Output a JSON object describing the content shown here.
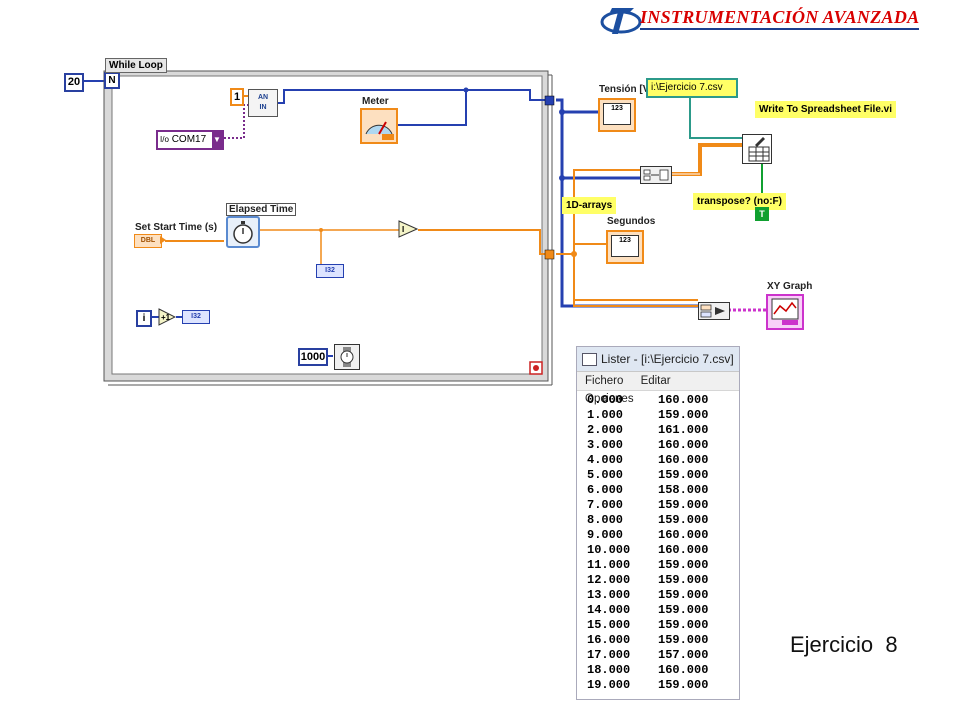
{
  "header": {
    "title": "INSTRUMENTACIÓN AVANZADA"
  },
  "diagram": {
    "loop_count": "20",
    "loop_terminal": "N",
    "loop_label": "While Loop",
    "const_1": "1",
    "analog_node": {
      "line1": "AN",
      "line2": "IN"
    },
    "com_port": "COM17",
    "meter_label": "Meter",
    "elapsed_label": "Elapsed Time",
    "start_time_label": "Set Start Time (s)",
    "dbl_tag": "DBL",
    "i32_tag": "I32",
    "iter_terminal": "i",
    "wait_value": "1000",
    "tension_label": "Tensión [V]",
    "segundos_label": "Segundos",
    "path_const": "i:\\Ejercicio 7.csv",
    "write_label": "Write To Spreadsheet File.vi",
    "transpose_label": "transpose? (no:F)",
    "true_const": "T",
    "arrays_label": "1D-arrays",
    "xygraph_label": "XY Graph",
    "indicator_digits": "123"
  },
  "lister": {
    "title": "Lister - [i:\\Ejercicio 7.csv]",
    "menu": [
      "Fichero",
      "Editar",
      "Opciones"
    ],
    "rows": [
      [
        "0.000",
        "160.000"
      ],
      [
        "1.000",
        "159.000"
      ],
      [
        "2.000",
        "161.000"
      ],
      [
        "3.000",
        "160.000"
      ],
      [
        "4.000",
        "160.000"
      ],
      [
        "5.000",
        "159.000"
      ],
      [
        "6.000",
        "158.000"
      ],
      [
        "7.000",
        "159.000"
      ],
      [
        "8.000",
        "159.000"
      ],
      [
        "9.000",
        "160.000"
      ],
      [
        "10.000",
        "160.000"
      ],
      [
        "11.000",
        "159.000"
      ],
      [
        "12.000",
        "159.000"
      ],
      [
        "13.000",
        "159.000"
      ],
      [
        "14.000",
        "159.000"
      ],
      [
        "15.000",
        "159.000"
      ],
      [
        "16.000",
        "159.000"
      ],
      [
        "17.000",
        "157.000"
      ],
      [
        "18.000",
        "160.000"
      ],
      [
        "19.000",
        "159.000"
      ]
    ]
  },
  "caption": "Ejercicio  8",
  "colors": {
    "wire_double": "#f08a18",
    "wire_int": "#2540b0",
    "wire_path": "#2c9a8a",
    "wire_string": "#cc33cc",
    "wire_bool": "#10a030"
  }
}
